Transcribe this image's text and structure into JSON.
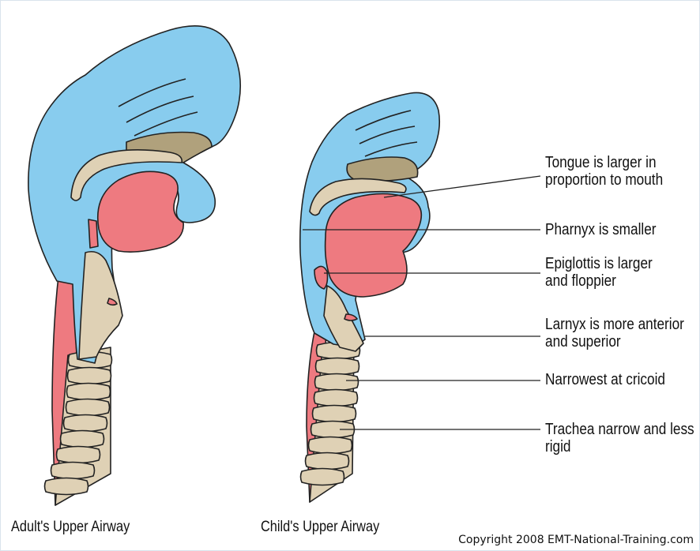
{
  "colors": {
    "soft_tissue": "#88ccee",
    "tongue": "#ee7a80",
    "cartilage": "#dfd1b5",
    "nasal": "#b0a17c",
    "outline": "#222222"
  },
  "annotations": [
    {
      "id": "tongue",
      "lines": [
        "Tongue is larger in",
        "proportion to mouth"
      ]
    },
    {
      "id": "pharynx",
      "lines": [
        "Pharnyx is smaller"
      ]
    },
    {
      "id": "epiglottis",
      "lines": [
        "Epiglottis is larger",
        "and floppier"
      ]
    },
    {
      "id": "larynx",
      "lines": [
        "Larnyx is more anterior",
        "and superior"
      ]
    },
    {
      "id": "cricoid",
      "lines": [
        "Narrowest at cricoid"
      ]
    },
    {
      "id": "trachea",
      "lines": [
        "Trachea narrow and less",
        "rigid"
      ]
    }
  ],
  "captions": {
    "adult": "Adult's Upper Airway",
    "child": "Child's Upper Airway"
  },
  "copyright": "Copyright 2008 EMT-National-Training.com"
}
